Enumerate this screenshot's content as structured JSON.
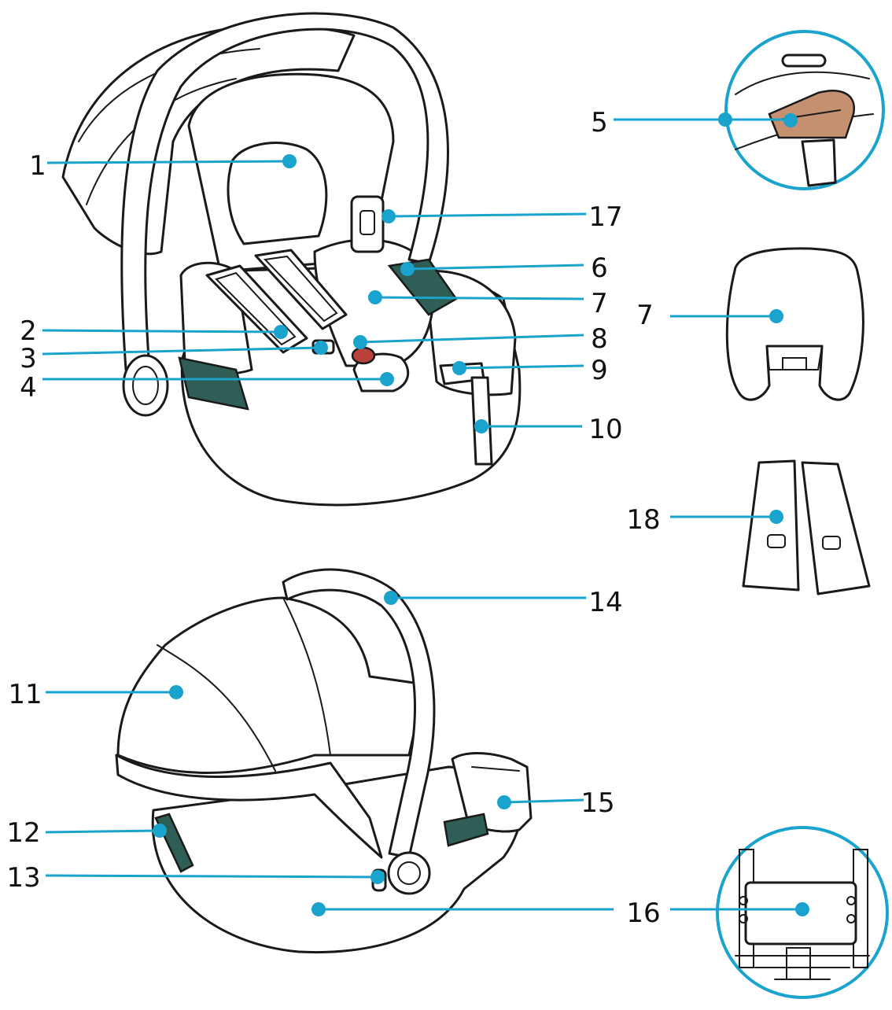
{
  "colors": {
    "callout": "#1aa3cc",
    "strap": "#2e5e55",
    "tab": "#c49070",
    "buckle": "#b8433d",
    "line": "#1a1a1a"
  },
  "callouts": [
    {
      "label": "1"
    },
    {
      "label": "2"
    },
    {
      "label": "3"
    },
    {
      "label": "4"
    },
    {
      "label": "5"
    },
    {
      "label": "6"
    },
    {
      "label": "7"
    },
    {
      "label": "8"
    },
    {
      "label": "9"
    },
    {
      "label": "10"
    },
    {
      "label": "11"
    },
    {
      "label": "12"
    },
    {
      "label": "13"
    },
    {
      "label": "14"
    },
    {
      "label": "15"
    },
    {
      "label": "16"
    },
    {
      "label": "17"
    },
    {
      "label": "7"
    },
    {
      "label": "18"
    }
  ]
}
